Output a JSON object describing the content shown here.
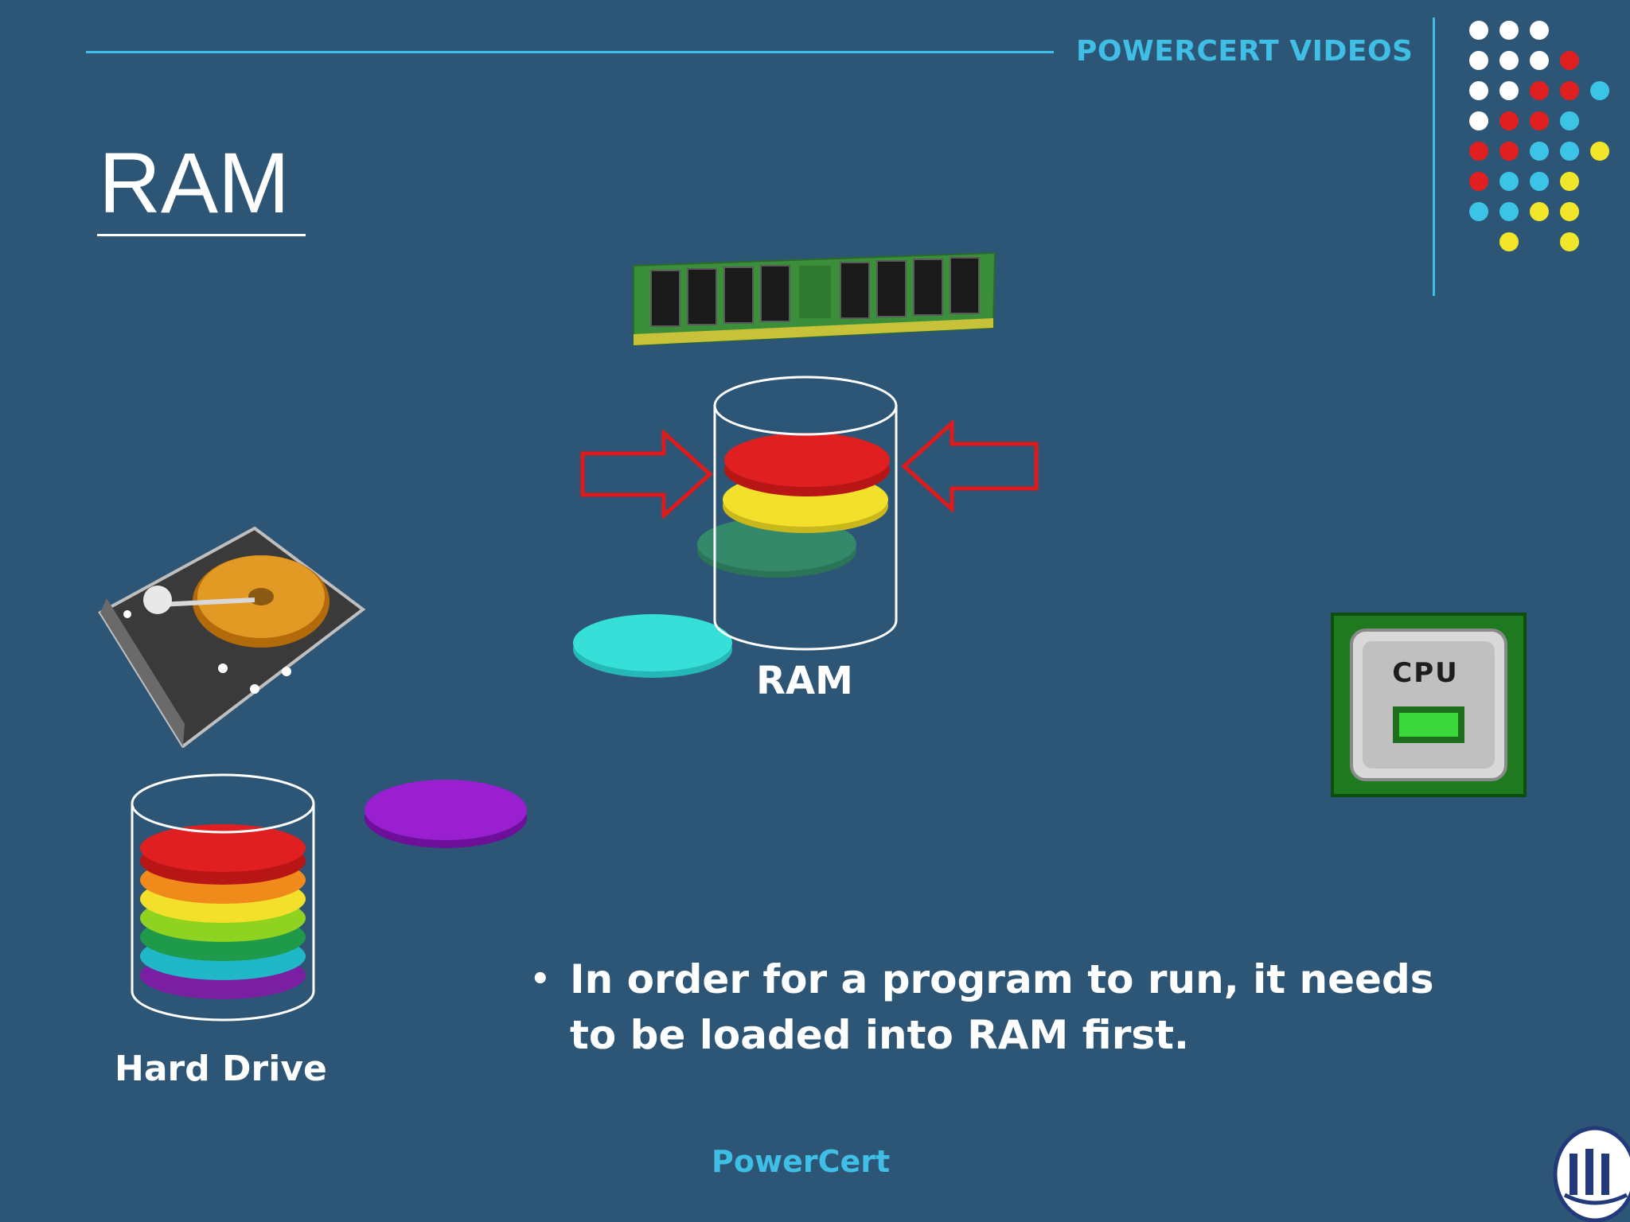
{
  "slide": {
    "brand": "POWERCERT VIDEOS",
    "title": "RAM",
    "ram_label": "RAM",
    "hard_drive_label": "Hard Drive",
    "cpu_label": "CPU",
    "bullet": "In order for a program to run, it needs to be loaded into RAM first.",
    "footer": "PowerCert"
  },
  "colors": {
    "background": "#2d5576",
    "accent": "#3fbfe6",
    "arrow": "#e01a1a"
  },
  "icons": [
    "ram-module-icon",
    "hard-drive-icon",
    "cpu-chip-icon",
    "logo-icon"
  ]
}
